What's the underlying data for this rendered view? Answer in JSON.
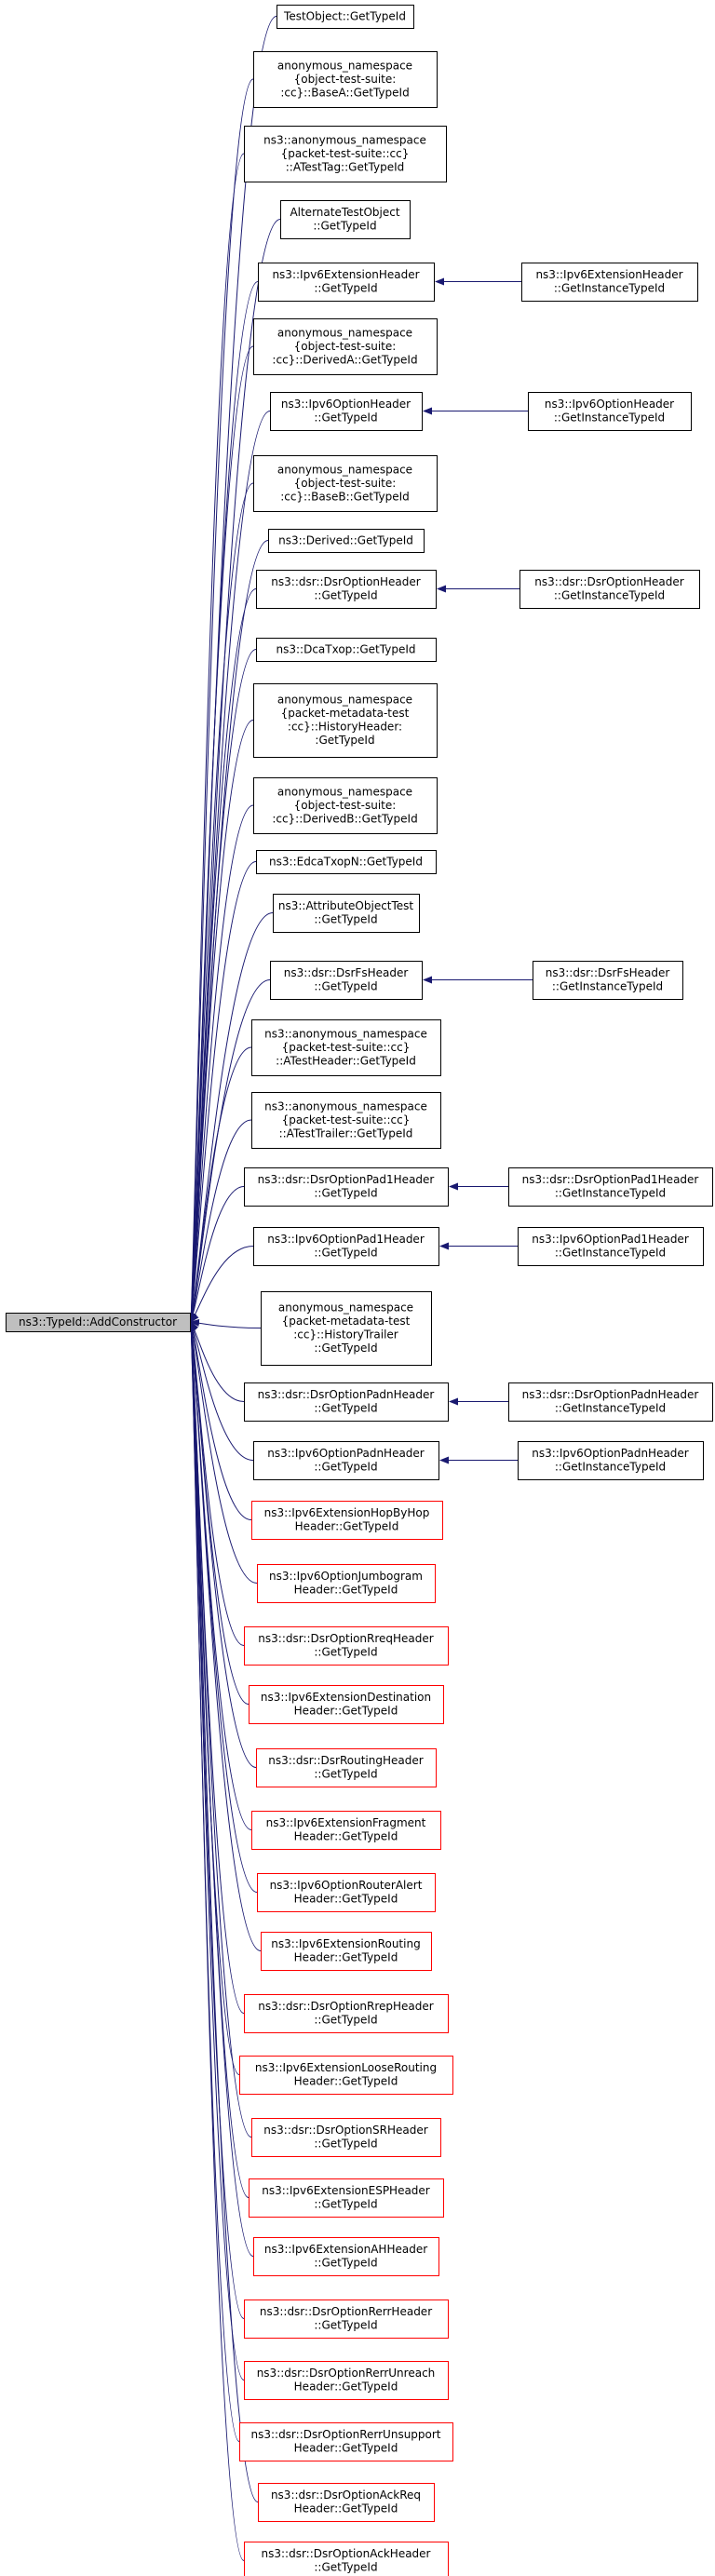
{
  "root": {
    "label": "ns3::TypeId::AddConstructor"
  },
  "callers": [
    {
      "lines": [
        "TestObject::GetTypeId"
      ],
      "state": "normal"
    },
    {
      "lines": [
        "anonymous_namespace",
        "{object-test-suite:",
        ":cc}::BaseA::GetTypeId"
      ],
      "state": "normal"
    },
    {
      "lines": [
        "ns3::anonymous_namespace",
        "{packet-test-suite::cc}",
        "::ATestTag::GetTypeId"
      ],
      "state": "normal"
    },
    {
      "lines": [
        "AlternateTestObject",
        "::GetTypeId"
      ],
      "state": "normal"
    },
    {
      "lines": [
        "ns3::Ipv6ExtensionHeader",
        "::GetTypeId"
      ],
      "state": "normal",
      "instance": [
        "ns3::Ipv6ExtensionHeader",
        "::GetInstanceTypeId"
      ]
    },
    {
      "lines": [
        "anonymous_namespace",
        "{object-test-suite:",
        ":cc}::DerivedA::GetTypeId"
      ],
      "state": "normal"
    },
    {
      "lines": [
        "ns3::Ipv6OptionHeader",
        "::GetTypeId"
      ],
      "state": "normal",
      "instance": [
        "ns3::Ipv6OptionHeader",
        "::GetInstanceTypeId"
      ]
    },
    {
      "lines": [
        "anonymous_namespace",
        "{object-test-suite:",
        ":cc}::BaseB::GetTypeId"
      ],
      "state": "normal"
    },
    {
      "lines": [
        "ns3::Derived::GetTypeId"
      ],
      "state": "normal"
    },
    {
      "lines": [
        "ns3::dsr::DsrOptionHeader",
        "::GetTypeId"
      ],
      "state": "normal",
      "instance": [
        "ns3::dsr::DsrOptionHeader",
        "::GetInstanceTypeId"
      ]
    },
    {
      "lines": [
        "ns3::DcaTxop::GetTypeId"
      ],
      "state": "normal"
    },
    {
      "lines": [
        "anonymous_namespace",
        "{packet-metadata-test",
        ":cc}::HistoryHeader:",
        ":GetTypeId"
      ],
      "state": "normal"
    },
    {
      "lines": [
        "anonymous_namespace",
        "{object-test-suite:",
        ":cc}::DerivedB::GetTypeId"
      ],
      "state": "normal"
    },
    {
      "lines": [
        "ns3::EdcaTxopN::GetTypeId"
      ],
      "state": "normal"
    },
    {
      "lines": [
        "ns3::AttributeObjectTest",
        "::GetTypeId"
      ],
      "state": "normal"
    },
    {
      "lines": [
        "ns3::dsr::DsrFsHeader",
        "::GetTypeId"
      ],
      "state": "normal",
      "instance": [
        "ns3::dsr::DsrFsHeader",
        "::GetInstanceTypeId"
      ]
    },
    {
      "lines": [
        "ns3::anonymous_namespace",
        "{packet-test-suite::cc}",
        "::ATestHeader::GetTypeId"
      ],
      "state": "normal"
    },
    {
      "lines": [
        "ns3::anonymous_namespace",
        "{packet-test-suite::cc}",
        "::ATestTrailer::GetTypeId"
      ],
      "state": "normal"
    },
    {
      "lines": [
        "ns3::dsr::DsrOptionPad1Header",
        "::GetTypeId"
      ],
      "state": "normal",
      "instance": [
        "ns3::dsr::DsrOptionPad1Header",
        "::GetInstanceTypeId"
      ]
    },
    {
      "lines": [
        "ns3::Ipv6OptionPad1Header",
        "::GetTypeId"
      ],
      "state": "normal",
      "instance": [
        "ns3::Ipv6OptionPad1Header",
        "::GetInstanceTypeId"
      ]
    },
    {
      "lines": [
        "anonymous_namespace",
        "{packet-metadata-test",
        ":cc}::HistoryTrailer",
        "::GetTypeId"
      ],
      "state": "normal"
    },
    {
      "lines": [
        "ns3::dsr::DsrOptionPadnHeader",
        "::GetTypeId"
      ],
      "state": "normal",
      "instance": [
        "ns3::dsr::DsrOptionPadnHeader",
        "::GetInstanceTypeId"
      ]
    },
    {
      "lines": [
        "ns3::Ipv6OptionPadnHeader",
        "::GetTypeId"
      ],
      "state": "normal",
      "instance": [
        "ns3::Ipv6OptionPadnHeader",
        "::GetInstanceTypeId"
      ]
    },
    {
      "lines": [
        "ns3::Ipv6ExtensionHopByHop",
        "Header::GetTypeId"
      ],
      "state": "truncated"
    },
    {
      "lines": [
        "ns3::Ipv6OptionJumbogram",
        "Header::GetTypeId"
      ],
      "state": "truncated"
    },
    {
      "lines": [
        "ns3::dsr::DsrOptionRreqHeader",
        "::GetTypeId"
      ],
      "state": "truncated"
    },
    {
      "lines": [
        "ns3::Ipv6ExtensionDestination",
        "Header::GetTypeId"
      ],
      "state": "truncated"
    },
    {
      "lines": [
        "ns3::dsr::DsrRoutingHeader",
        "::GetTypeId"
      ],
      "state": "truncated"
    },
    {
      "lines": [
        "ns3::Ipv6ExtensionFragment",
        "Header::GetTypeId"
      ],
      "state": "truncated"
    },
    {
      "lines": [
        "ns3::Ipv6OptionRouterAlert",
        "Header::GetTypeId"
      ],
      "state": "truncated"
    },
    {
      "lines": [
        "ns3::Ipv6ExtensionRouting",
        "Header::GetTypeId"
      ],
      "state": "truncated"
    },
    {
      "lines": [
        "ns3::dsr::DsrOptionRrepHeader",
        "::GetTypeId"
      ],
      "state": "truncated"
    },
    {
      "lines": [
        "ns3::Ipv6ExtensionLooseRouting",
        "Header::GetTypeId"
      ],
      "state": "truncated"
    },
    {
      "lines": [
        "ns3::dsr::DsrOptionSRHeader",
        "::GetTypeId"
      ],
      "state": "truncated"
    },
    {
      "lines": [
        "ns3::Ipv6ExtensionESPHeader",
        "::GetTypeId"
      ],
      "state": "truncated"
    },
    {
      "lines": [
        "ns3::Ipv6ExtensionAHHeader",
        "::GetTypeId"
      ],
      "state": "truncated"
    },
    {
      "lines": [
        "ns3::dsr::DsrOptionRerrHeader",
        "::GetTypeId"
      ],
      "state": "truncated"
    },
    {
      "lines": [
        "ns3::dsr::DsrOptionRerrUnreach",
        "Header::GetTypeId"
      ],
      "state": "truncated"
    },
    {
      "lines": [
        "ns3::dsr::DsrOptionRerrUnsupport",
        "Header::GetTypeId"
      ],
      "state": "truncated"
    },
    {
      "lines": [
        "ns3::dsr::DsrOptionAckReq",
        "Header::GetTypeId"
      ],
      "state": "truncated"
    },
    {
      "lines": [
        "ns3::dsr::DsrOptionAckHeader",
        "::GetTypeId"
      ],
      "state": "truncated"
    }
  ],
  "colors": {
    "edge": "#191970",
    "node_border": "#000000",
    "truncated_border": "#ff0000",
    "root_fill": "#bfbfbf",
    "node_fill": "#ffffff",
    "text": "#000000"
  }
}
